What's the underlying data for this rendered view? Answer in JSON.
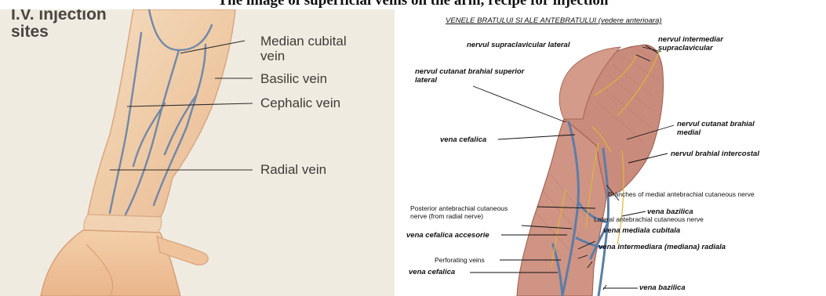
{
  "caption": "The image of superficial veins on the arm, recipe for injection",
  "left_panel": {
    "title_line1": "I.V. injection",
    "title_line2": "sites",
    "labels": {
      "median_cubital_1": "Median cubital",
      "median_cubital_2": "vein",
      "basilic": "Basilic vein",
      "cephalic": "Cephalic vein",
      "radial": "Radial vein"
    }
  },
  "right_panel": {
    "title": "VENELE BRATULUI SI ALE ANTEBRATULUI  (vedere anterioara)",
    "labels": {
      "supraclav_lateral": "nervul supraclavicular lateral",
      "intermediar_1": "nervul intermediar",
      "intermediar_2": "supraclavicular",
      "cutanat_sup_1": "nervul cutanat brahial superior",
      "cutanat_sup_2": "lateral",
      "cutanat_medial_1": "nervul cutanat brahial",
      "cutanat_medial_2": "medial",
      "vena_cefalica_1": "vena cefalica",
      "brahial_intercostal": "nervul brahial intercostal",
      "branches_medial": "Branches of medial antebrachial cutaneous nerve",
      "vena_bazilica_1": "vena bazilica",
      "posterior_1": "Posterior antebrachial cutaneous",
      "posterior_2": "nerve (from radial nerve)",
      "lateral_antebrachial": "Lateral antebrachial cutaneous nerve",
      "vena_cefalica_accesorie": "vena cefalica accesorie",
      "vena_mediala_cubitala": "vena mediala cubitala",
      "vena_intermediara": "vena intermediara (mediana) radiala",
      "perforating": "Perforating veins",
      "vena_cefalica_2": "vena cefalica",
      "vena_bazilica_2": "vena bazilica"
    }
  },
  "colors": {
    "skin_light": "#f2d3b0",
    "skin_mid": "#e7b58e",
    "muscle": "#c98b7c",
    "vein_blue": "#5b7da8",
    "nerve_yellow": "#e0b53a"
  }
}
